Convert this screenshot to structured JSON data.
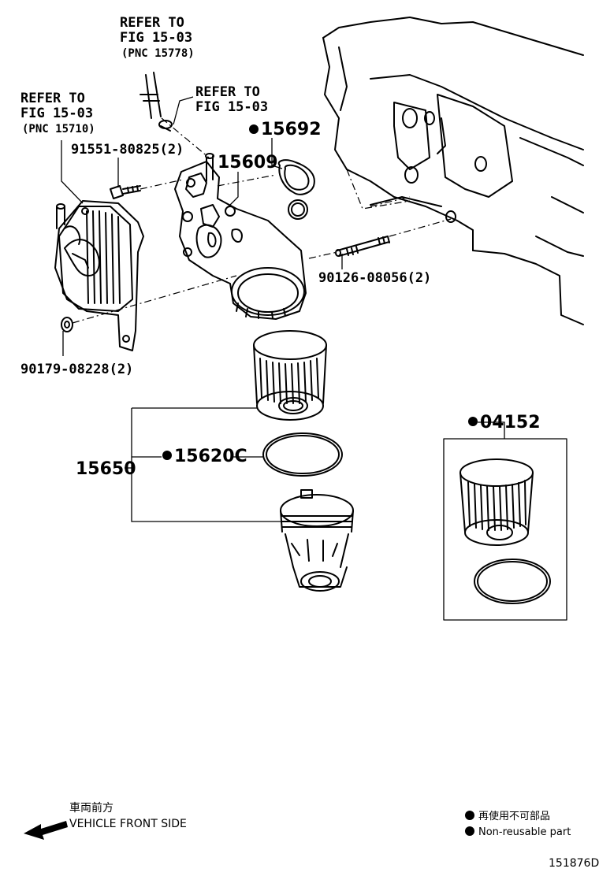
{
  "refs": {
    "ref1": {
      "line1": "REFER TO",
      "line2": "FIG 15-03",
      "line3": "(PNC 15778)"
    },
    "ref2": {
      "line1": "REFER TO",
      "line2": "FIG 15-03"
    },
    "ref3": {
      "line1": "REFER TO",
      "line2": "FIG 15-03",
      "line3": "(PNC 15710)"
    }
  },
  "labels": {
    "bolt": "91551-80825(2)",
    "housing": "15609",
    "gasket": "15692",
    "stud": "90126-08056(2)",
    "plug": "90179-08228(2)",
    "assy": "15650",
    "oring": "15620C",
    "element": "04152"
  },
  "legend": {
    "front_jp": "車両前方",
    "front_en": "VEHICLE FRONT SIDE",
    "nonreuse_jp": "再使用不可部品",
    "nonreuse_en": "Non-reusable part"
  },
  "figure_id": "151876D"
}
